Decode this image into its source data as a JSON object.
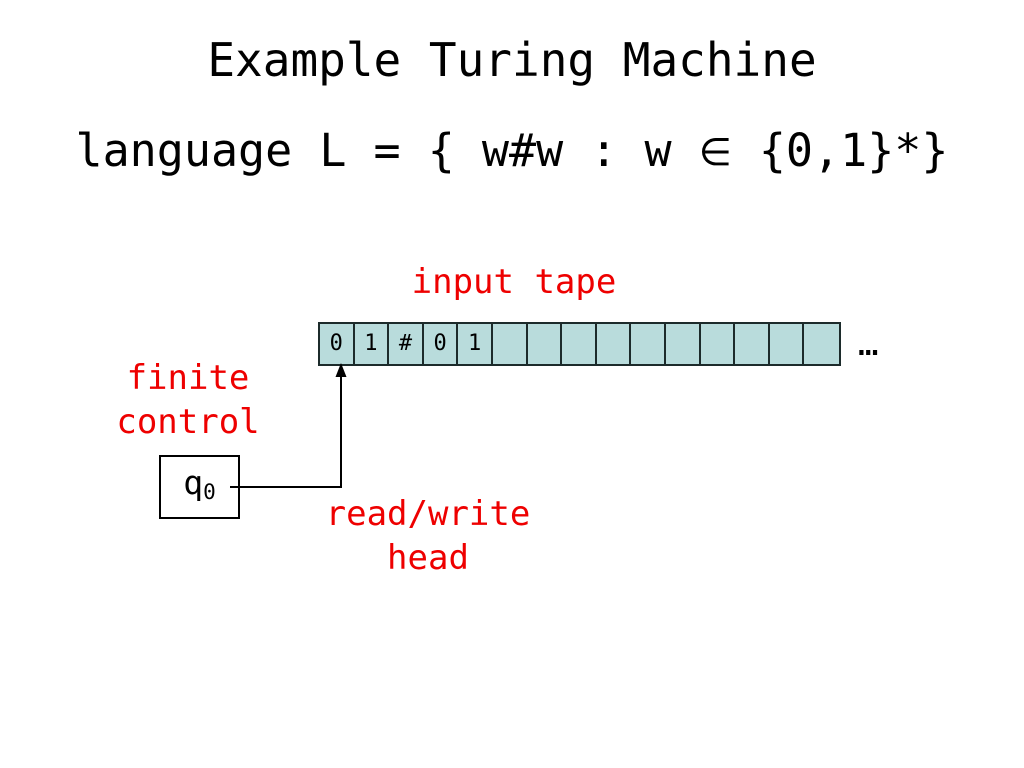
{
  "slide": {
    "title": "Example Turing Machine",
    "language_prefix": "language L = { w#w : w ",
    "language_member_symbol": "∈",
    "language_suffix": " {0,1}*}"
  },
  "annotations": {
    "input_tape": "input tape",
    "finite_control_line1": "finite",
    "finite_control_line2": "control",
    "read_write_head_line1": "read/write",
    "read_write_head_line2": "head"
  },
  "tape": {
    "cells": [
      "0",
      "1",
      "#",
      "0",
      "1",
      "",
      "",
      "",
      "",
      "",
      "",
      "",
      "",
      "",
      ""
    ],
    "continuation": "…",
    "cell_count": 15,
    "filled_count": 5,
    "cell_fill_color": "#b9dcdc",
    "cell_border_color": "#1c2b2b",
    "head_position_index": 0
  },
  "finite_control": {
    "state_name": "q",
    "state_subscript": "0",
    "box_border_color": "#000000",
    "box_fill_color": "#ffffff"
  },
  "colors": {
    "background": "#ffffff",
    "text": "#000000",
    "annotation_red": "#ee0000",
    "tape_fill": "#b9dcdc",
    "tape_border": "#1c2b2b"
  }
}
